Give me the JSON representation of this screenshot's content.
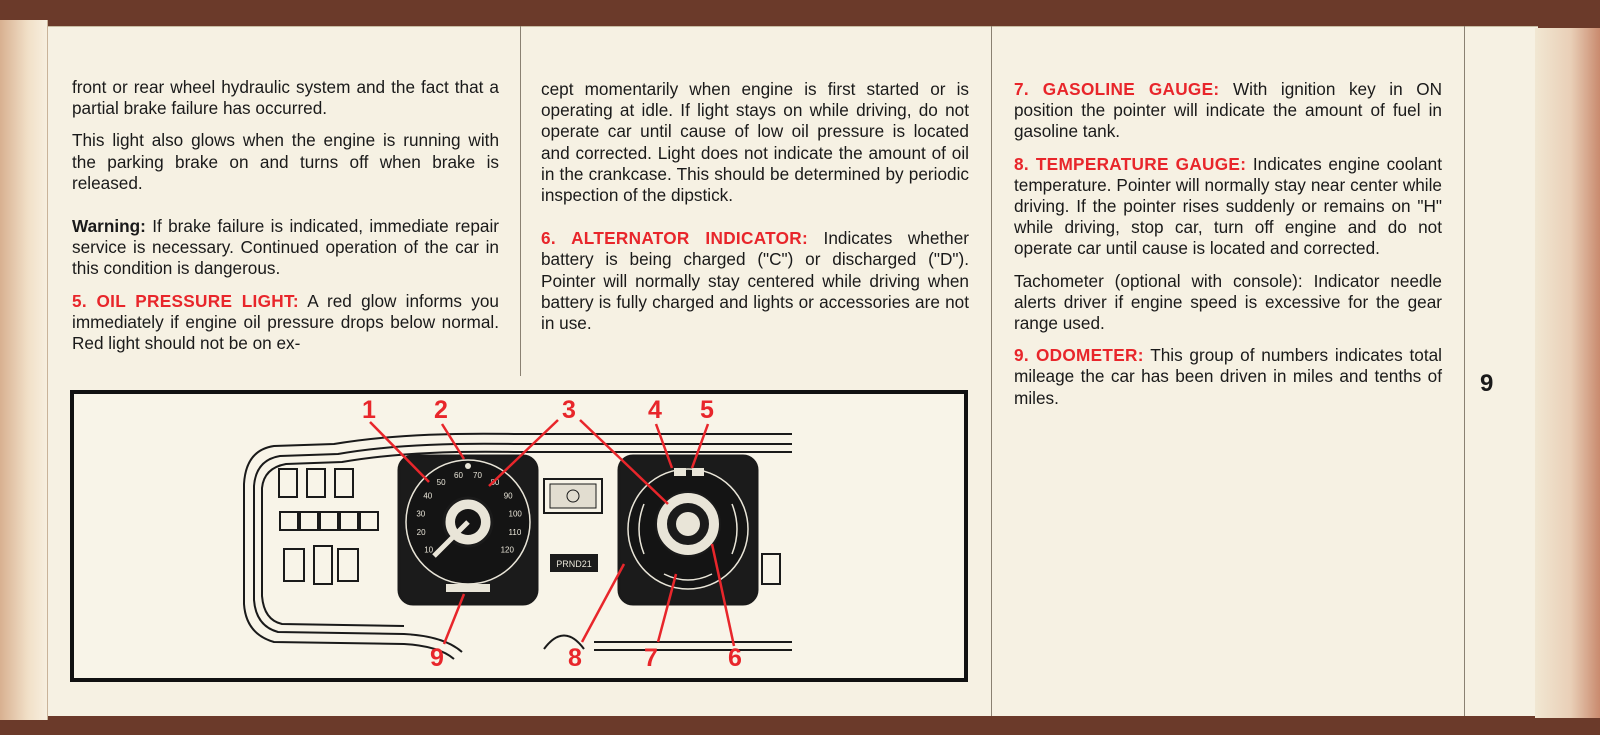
{
  "page_number": "9",
  "col1": {
    "p1": "front or rear wheel hydraulic system and the fact that a partial brake failure has occurred.",
    "p2": "This light also glows when the engine is running with the parking brake on and turns off when brake is released.",
    "warning_label": "Warning:",
    "warning_text": " If brake failure is indicated, immediate repair service is necessary. Continued operation of the car in this condition is dangerous.",
    "oil_heading": "5. OIL PRESSURE LIGHT:",
    "oil_text": " A red glow informs you immediately if engine oil pressure drops below normal. Red light should not be on ex-"
  },
  "col2": {
    "p1": "cept momentarily when engine is first started or is operating at idle. If light stays on while driving, do not operate car until cause of low oil pressure is located and corrected. Light does not indicate the amount of oil in the crankcase. This should be determined by periodic inspection of the dipstick.",
    "alt_heading": "6. ALTERNATOR INDICATOR:",
    "alt_text": " Indicates whether battery is being charged (\"C\") or discharged (\"D\"). Pointer will normally stay centered while driving when battery is fully charged and lights or accessories are not in use."
  },
  "col3": {
    "gas_heading": "7. GASOLINE GAUGE:",
    "gas_text": " With ignition key in ON position the pointer will indicate the amount of fuel in gasoline tank.",
    "temp_heading": "8. TEMPERATURE GAUGE:",
    "temp_text": " Indicates engine coolant temperature. Pointer will normally stay near center while driving. If the pointer rises suddenly or remains on \"H\" while driving, stop car, turn off engine and do not operate car until cause is located and corrected.",
    "tach_text": "Tachometer (optional with console): Indicator needle alerts driver if engine speed is excessive for the gear range used.",
    "odo_heading": "9. ODOMETER:",
    "odo_text": " This group of numbers indicates total mileage the car has been driven in miles and tenths of miles."
  },
  "figure": {
    "callouts": [
      "1",
      "2",
      "3",
      "4",
      "5",
      "6",
      "7",
      "8",
      "9"
    ],
    "speedo_marks": [
      "10",
      "20",
      "30",
      "40",
      "50",
      "60",
      "70",
      "80",
      "90",
      "100",
      "110",
      "120"
    ],
    "prndl": "PRND21",
    "accent_color": "#e8262b"
  }
}
